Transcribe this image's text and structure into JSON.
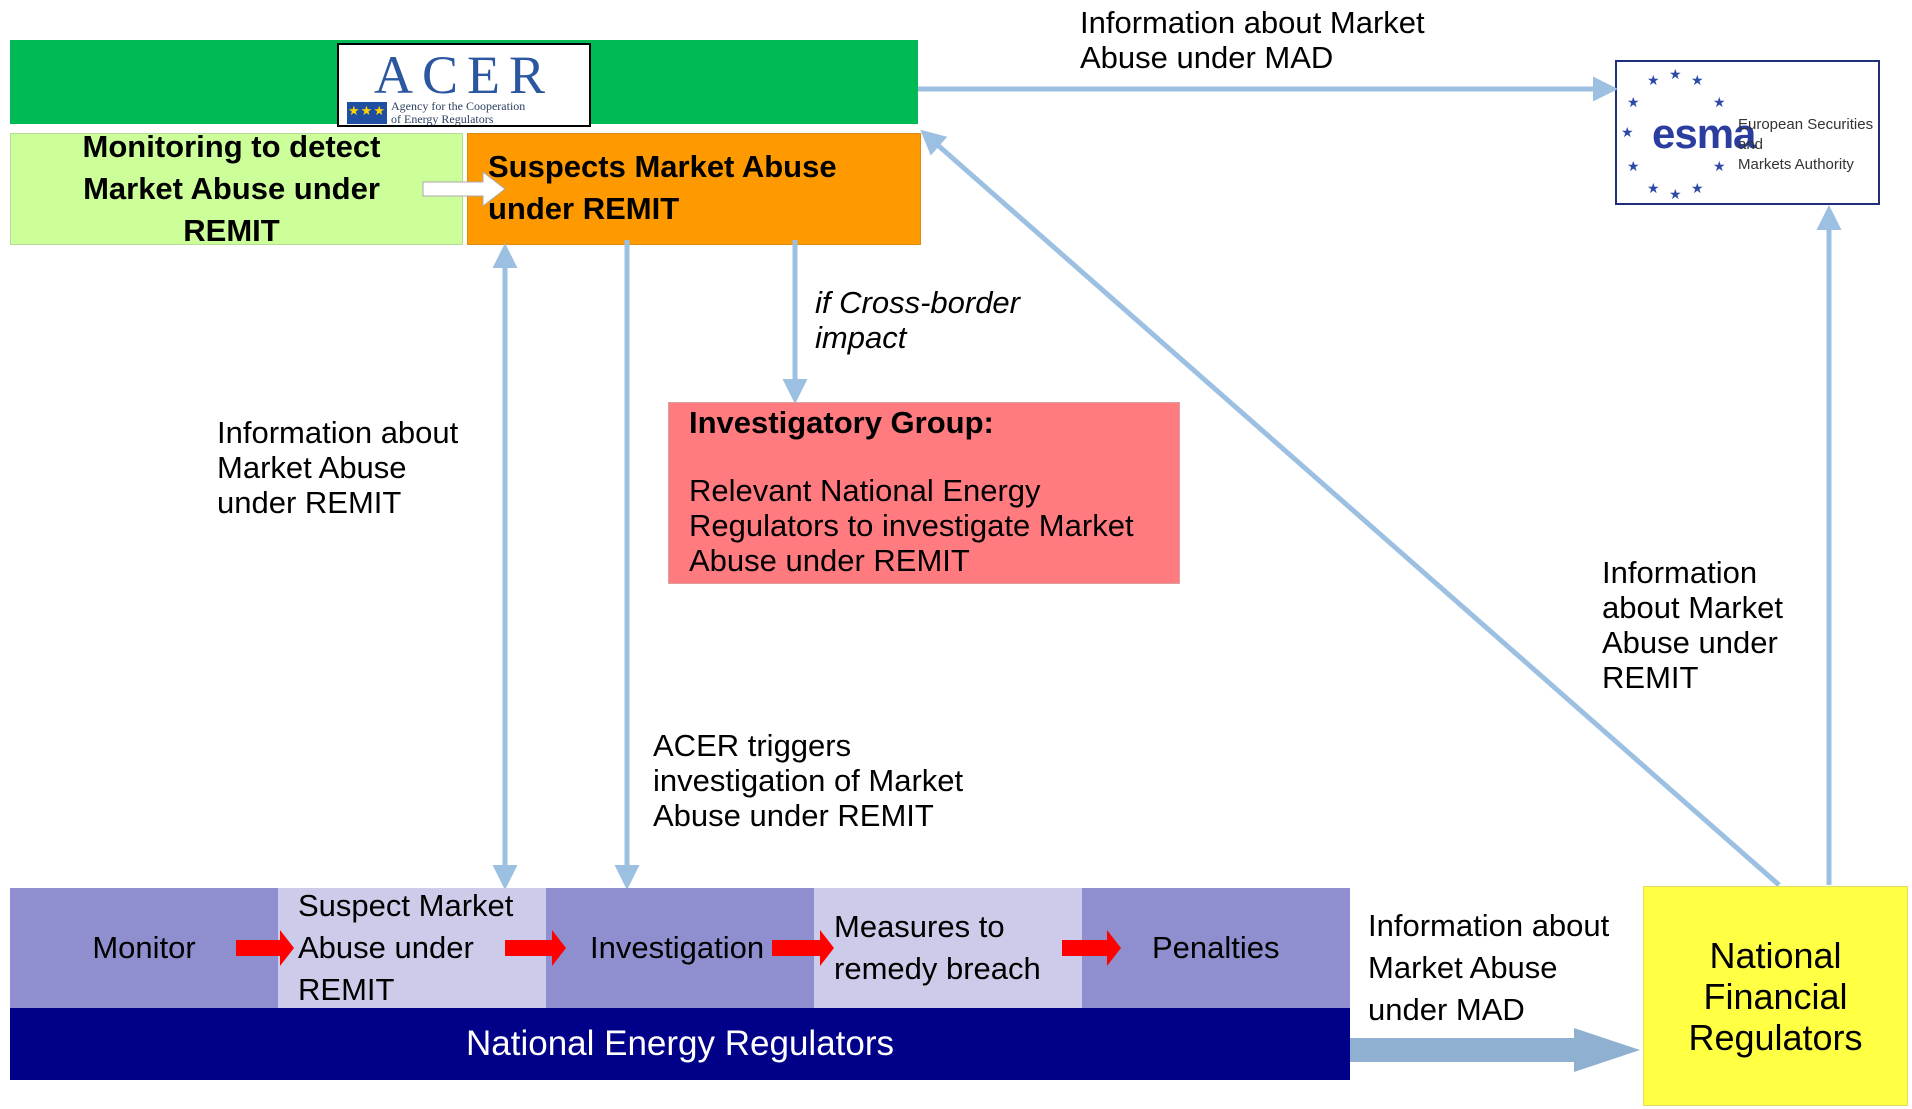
{
  "acer": {
    "logo_word": "ACER",
    "logo_sub": "Agency for the Cooperation\nof Energy Regulators"
  },
  "monitoring_box": "Monitoring to detect Market Abuse under REMIT",
  "suspects_box": "Suspects Market Abuse under REMIT",
  "esma": {
    "logo_word": "esma",
    "logo_sub": "European Securities and\nMarkets Authority"
  },
  "labels": {
    "mad_to_esma": "Information about Market\nAbuse under MAD",
    "cross_border": "if Cross-border\nimpact",
    "info_remit_left": "Information about\nMarket Abuse\nunder REMIT",
    "info_remit_right": "Information\nabout Market\nAbuse under\nREMIT",
    "acer_triggers": "ACER triggers\ninvestigation of Market\nAbuse under REMIT",
    "info_mad_bottom": "Information about\nMarket Abuse\nunder MAD"
  },
  "investigatory_group": {
    "title": "Investigatory Group:",
    "body": "Relevant National Energy\nRegulators to investigate Market\nAbuse under REMIT"
  },
  "stages": {
    "monitor": "Monitor",
    "suspect": "Suspect Market\nAbuse under\nREMIT",
    "investigation": "Investigation",
    "measures": "Measures to\nremedy breach",
    "penalties": "Penalties"
  },
  "national_energy_regulators": "National Energy Regulators",
  "national_financial_regulators": "National\nFinancial\nRegulators",
  "colors": {
    "acer_bar": "#00bb55",
    "monitoring_box": "#ccff99",
    "suspects_box": "#ff9900",
    "investigatory_group": "#ff7b7f",
    "stage_dark": "#8f8fd0",
    "stage_light": "#ccccea",
    "ner_bar": "#000088",
    "nfr_box": "#ffff44",
    "arrow": "#9cc0e2",
    "step_arrow": "#ff0000"
  }
}
